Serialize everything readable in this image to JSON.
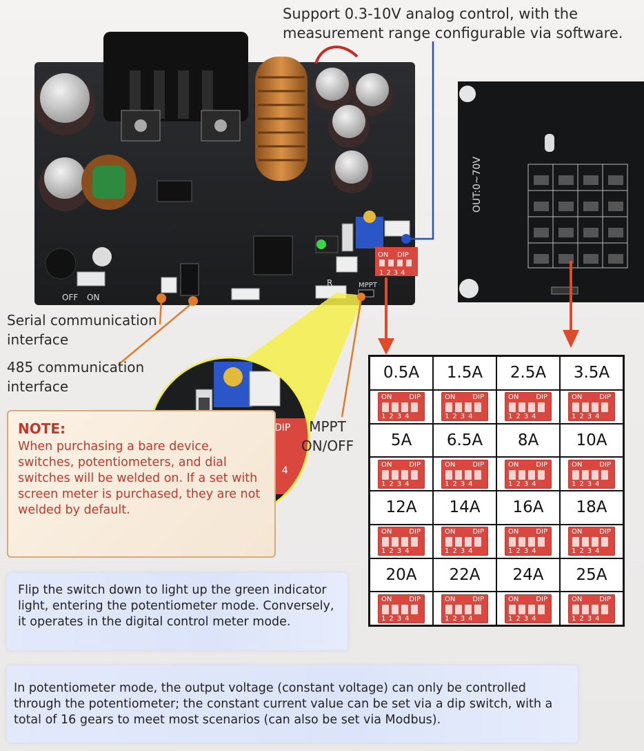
{
  "top_note": "Support 0.3-10V analog control, with the measurement range configurable via software.",
  "callouts": {
    "serial": "Serial communication interface",
    "rs485": "485 communication interface",
    "mppt": "MPPT ON/OFF"
  },
  "board_labels": {
    "off": "OFF",
    "on": "ON",
    "r": "R",
    "mppt": "MPPT",
    "dip_on": "ON",
    "dip": "DIP",
    "back_out": "OUT:0~70V"
  },
  "note": {
    "title": "NOTE:",
    "text": "When purchasing a bare device, switches, potentiometers, and dial switches will be welded on. If a set with screen meter is purchased, they are not welded by default."
  },
  "flip_text": "Flip the switch down to light up the green indicator light, entering the potentiometer mode. Conversely, it operates in the digital control meter mode.",
  "pot_text": "In potentiometer mode, the output voltage (constant voltage) can only be controlled through the potentiometer; the constant current value can be set via a dip switch, with a total of 16 gears to meet most scenarios (can also be set via Modbus).",
  "dip_table": {
    "dip_on": "ON",
    "dip_label": "DIP",
    "dip_numbers": "1234",
    "rows": [
      [
        "0.5A",
        "1.5A",
        "2.5A",
        "3.5A"
      ],
      [
        "5A",
        "6.5A",
        "8A",
        "10A"
      ],
      [
        "12A",
        "14A",
        "16A",
        "18A"
      ],
      [
        "20A",
        "22A",
        "24A",
        "25A"
      ]
    ]
  },
  "colors": {
    "note_red": "#c0392b",
    "arrow_red": "#e04a2a",
    "callout_orange": "#e07b2a",
    "blue_line": "#2850c8",
    "dip_red": "#d9473f",
    "led_green": "#3ad64a"
  }
}
